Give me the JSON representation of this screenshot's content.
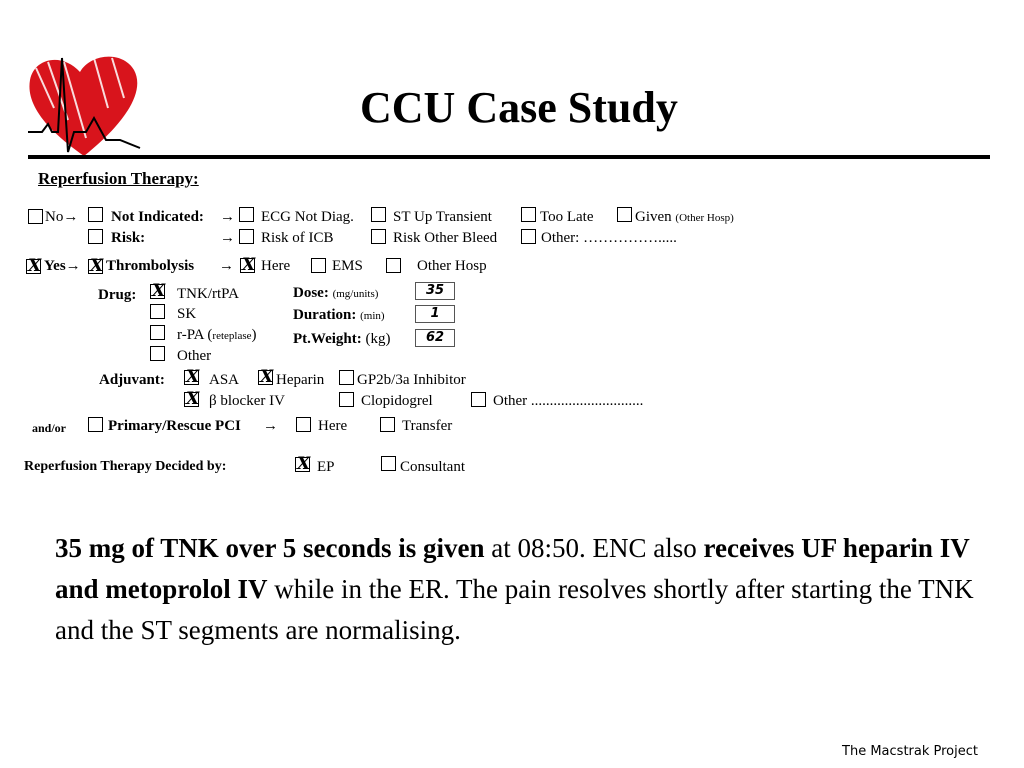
{
  "header": {
    "title": "CCU Case Study"
  },
  "colors": {
    "heart": "#d8141c",
    "ecg_line": "#000000"
  },
  "logo": {
    "name": "heart-ecg-logo"
  },
  "form": {
    "section_title": "Reperfusion Therapy:",
    "row_no": {
      "no_label": "No",
      "arrow": "→",
      "not_indicated_label": "Not Indicated:",
      "ecg_not_diag": "ECG Not Diag.",
      "st_up_transient": "ST Up Transient",
      "too_late": "Too Late",
      "given": "Given",
      "given_note": "(Other Hosp)"
    },
    "row_risk": {
      "risk_label": "Risk:",
      "arrow": "→",
      "risk_of_icb": "Risk of ICB",
      "risk_other_bleed": "Risk Other Bleed",
      "other": "Other: …………….....",
      "checked": {
        "risk": false,
        "risk_of_icb": false,
        "risk_other_bleed": false,
        "other": false
      }
    },
    "row_yes": {
      "yes_label": "Yes",
      "arrow": "→",
      "thrombolysis_label": "Thrombolysis",
      "arrow2": "→",
      "here": "Here",
      "ems": "EMS",
      "other_hosp": "Other Hosp",
      "checked": {
        "yes": true,
        "thrombolysis": true,
        "here": true,
        "ems": false,
        "other_hosp": false
      }
    },
    "drug": {
      "label": "Drug:",
      "options": [
        "TNK/rtPA",
        "SK",
        "r-PA (",
        "Other"
      ],
      "rpa_note": "reteplase",
      "rpa_close": ")",
      "checked": [
        true,
        false,
        false,
        false
      ]
    },
    "dose": {
      "label": "Dose:",
      "unit": "(mg/units)",
      "value": "35"
    },
    "duration": {
      "label": "Duration:",
      "unit": "(min)",
      "value": "1"
    },
    "weight": {
      "label": "Pt.Weight:",
      "unit": "(kg)",
      "value": "62"
    },
    "adjuvant": {
      "label": "Adjuvant:",
      "asa": "ASA",
      "heparin": "Heparin",
      "gp2b3a": "GP2b/3a Inhibitor",
      "beta_blocker": "β blocker IV",
      "clopidogrel": "Clopidogrel",
      "other": "Other ..............................",
      "checked": {
        "asa": true,
        "heparin": true,
        "gp2b3a": false,
        "beta_blocker": true,
        "clopidogrel": false,
        "other": false
      }
    },
    "pci": {
      "andor": "and/or",
      "label": "Primary/Rescue PCI",
      "arrow": "→",
      "here": "Here",
      "transfer": "Transfer"
    },
    "decided": {
      "label": "Reperfusion Therapy Decided by:",
      "ep": "EP",
      "consultant": "Consultant",
      "checked": {
        "ep": true,
        "consultant": false
      }
    },
    "check_mark": "X"
  },
  "narrative": {
    "part1_bold": "35 mg of  TNK over 5 seconds is given",
    "part2": " at 08:50.  ENC also ",
    "part3_bold": "receives UF heparin IV and metoprolol IV",
    "part4": " while in the ER.  The pain resolves shortly after starting the TNK and the ST segments are normalising."
  },
  "footer": {
    "credit": "The Macstrak Project"
  }
}
